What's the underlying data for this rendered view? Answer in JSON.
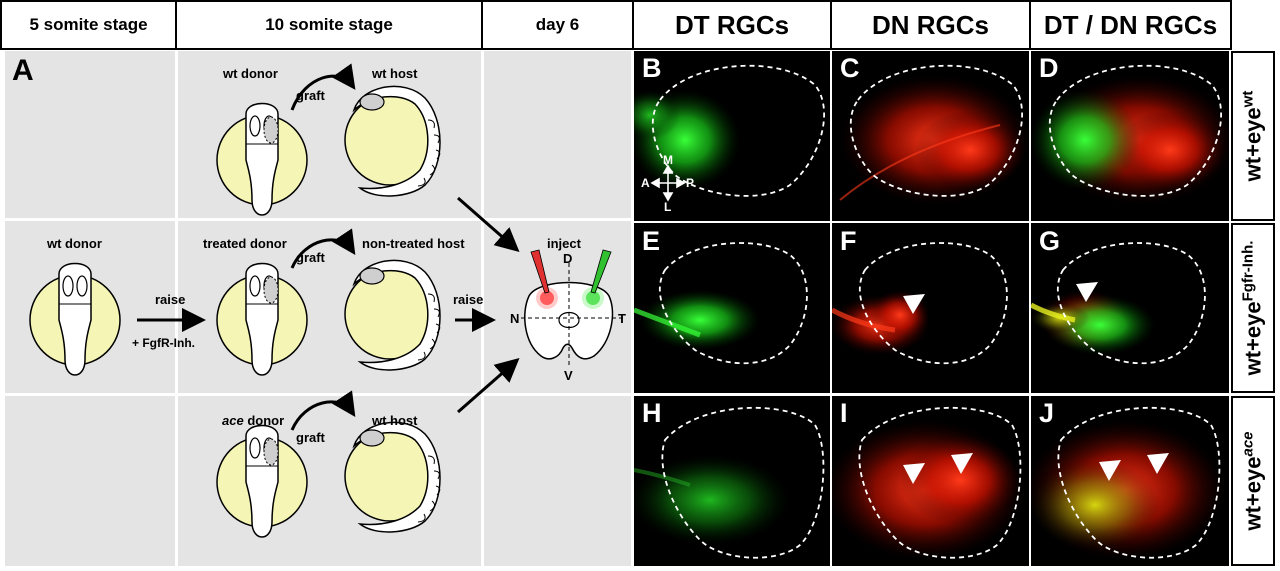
{
  "headers": {
    "stage5": "5 somite stage",
    "stage10": "10 somite stage",
    "day6": "day 6",
    "dt": "DT RGCs",
    "dn": "DN RGCs",
    "dtdn": "DT / DN RGCs"
  },
  "panel_letters": {
    "A": "A",
    "B": "B",
    "C": "C",
    "D": "D",
    "E": "E",
    "F": "F",
    "G": "G",
    "H": "H",
    "I": "I",
    "J": "J"
  },
  "row1": {
    "donor": "wt donor",
    "host": "wt host",
    "graft": "graft"
  },
  "row2": {
    "wt_donor": "wt donor",
    "raise1": "raise",
    "inhibitor": "+ FgfR-Inh.",
    "treated": "treated donor",
    "graft": "graft",
    "host": "non-treated host",
    "raise2": "raise"
  },
  "row3": {
    "donor_italic": "ace",
    "donor_rest": " donor",
    "graft": "graft",
    "host": "wt host"
  },
  "injection": {
    "inject": "inject",
    "D": "D",
    "V": "V",
    "N": "N",
    "T": "T"
  },
  "compass": {
    "M": "M",
    "L": "L",
    "A": "A",
    "P": "P"
  },
  "row_labels": {
    "r1": {
      "base": "wt+eye",
      "sup": "wt"
    },
    "r2": {
      "base": "wt+eye",
      "sup": "Fgfr-Inh."
    },
    "r3": {
      "base": "wt+eye",
      "sup": "ace"
    }
  },
  "colors": {
    "yolk": "#f5f5b5",
    "green": "#2ee82e",
    "red": "#ff2a10",
    "bg_gray": "#e4e4e4"
  }
}
